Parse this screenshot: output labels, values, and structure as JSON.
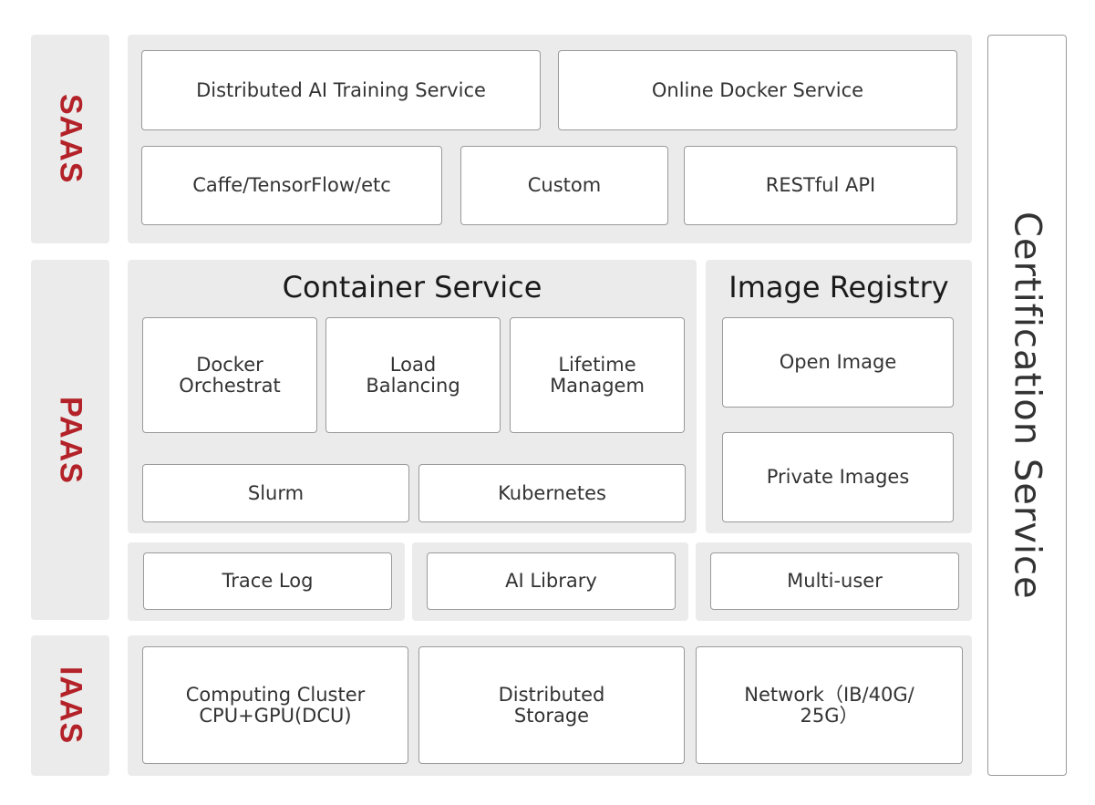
{
  "layers": {
    "saas": "SAAS",
    "paas": "PAAS",
    "iaas": "IAAS"
  },
  "saas": {
    "distributed_ai": "Distributed AI Training Service",
    "online_docker": "Online Docker Service",
    "caffe": "Caffe/TensorFlow/etc",
    "custom": "Custom",
    "restful": "RESTful API"
  },
  "paas": {
    "container_title": "Container Service",
    "registry_title": "Image Registry",
    "docker_orchestrat": "Docker\nOrchestrat",
    "load_balancing": "Load\nBalancing",
    "lifetime": "Lifetime\nManagem",
    "slurm": "Slurm",
    "kubernetes": "Kubernetes",
    "open_image": "Open Image",
    "private_images": "Private Images",
    "trace_log": "Trace Log",
    "ai_library": "AI Library",
    "multi_user": "Multi-user"
  },
  "iaas": {
    "computing": "Computing Cluster\nCPU+GPU(DCU)",
    "storage": "Distributed\nStorage",
    "network": "Network（IB/40G/\n25G）"
  },
  "certification": "Certification Service",
  "colors": {
    "layer_label": "#b32228",
    "panel": "#ebebeb",
    "box_border": "#9a9a9a"
  }
}
